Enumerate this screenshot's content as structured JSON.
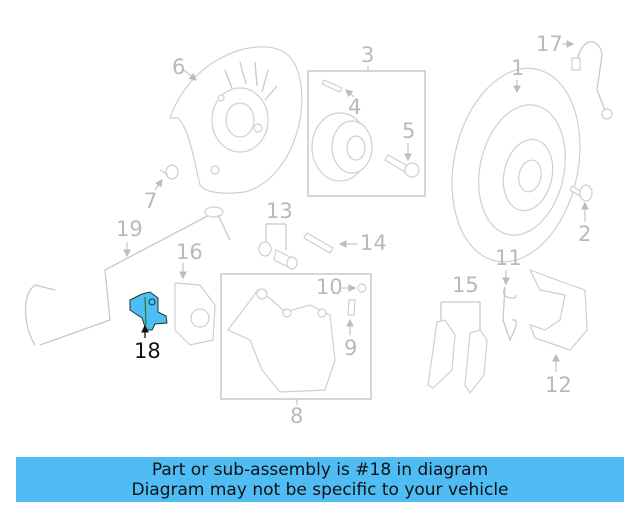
{
  "diagram": {
    "highlight_color": "#4fbdf4",
    "highlighted_part": "18",
    "callouts": {
      "c1": "1",
      "c2": "2",
      "c3": "3",
      "c4": "4",
      "c5": "5",
      "c6": "6",
      "c7": "7",
      "c8": "8",
      "c9": "9",
      "c10": "10",
      "c11": "11",
      "c12": "12",
      "c13": "13",
      "c14": "14",
      "c15": "15",
      "c16": "16",
      "c17": "17",
      "c18": "18",
      "c19": "19"
    }
  },
  "banner": {
    "line1": "Part or sub-assembly is #18 in diagram",
    "line2": "Diagram may not be specific to your vehicle"
  }
}
